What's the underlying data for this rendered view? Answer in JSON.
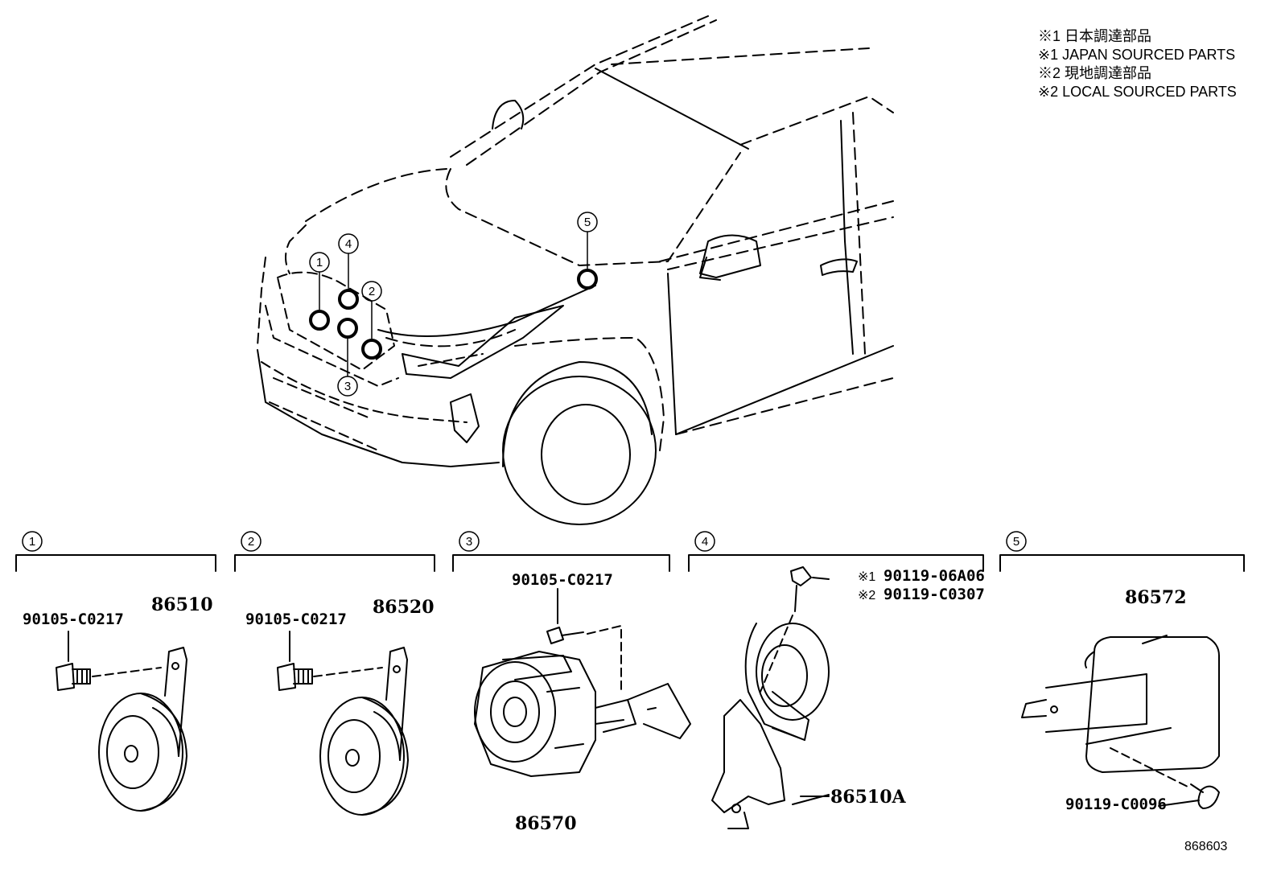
{
  "notes": [
    "※1 日本調達部品",
    "※1 JAPAN SOURCED PARTS",
    "※2 現地調達部品",
    "※2 LOCAL SOURCED PARTS"
  ],
  "location_markers": [
    "1",
    "2",
    "3",
    "4",
    "5"
  ],
  "sections": [
    {
      "num": "1",
      "bolt": "90105-C0217",
      "part": "86510"
    },
    {
      "num": "2",
      "bolt": "90105-C0217",
      "part": "86520"
    },
    {
      "num": "3",
      "bolt": "90105-C0217",
      "part": "86570"
    },
    {
      "num": "4",
      "bolt_a_prefix": "※1",
      "bolt_a": "90119-06A06",
      "bolt_b_prefix": "※2",
      "bolt_b": "90119-C0307",
      "part": "86510A"
    },
    {
      "num": "5",
      "bolt": "90119-C0096",
      "part": "86572"
    }
  ],
  "diagram_ref": "868603"
}
